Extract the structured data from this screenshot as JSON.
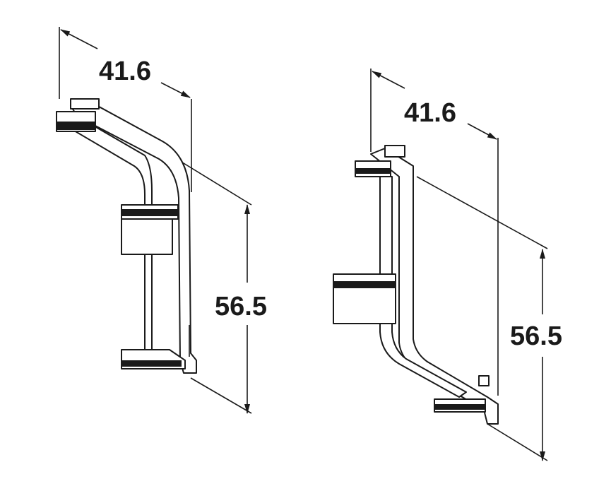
{
  "left_view": {
    "width_label": "41.6",
    "height_label": "56.5"
  },
  "right_view": {
    "width_label": "41.6",
    "height_label": "56.5"
  }
}
